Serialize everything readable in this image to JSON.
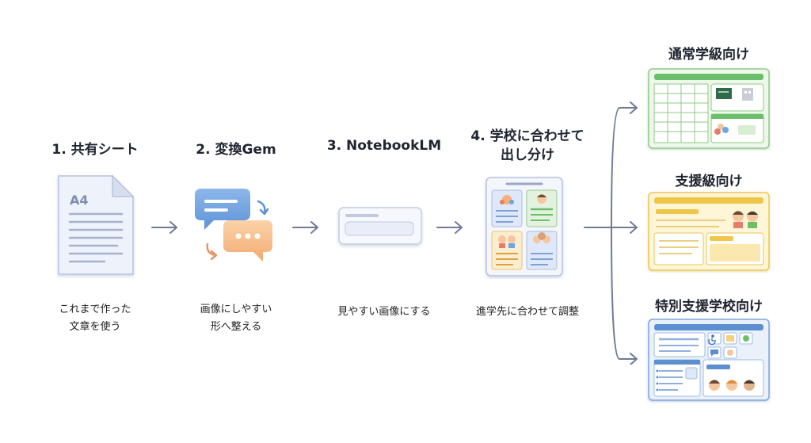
{
  "steps": [
    {
      "title": "1. 共有シート",
      "caption_lines": [
        "これまで作った",
        "文章を使う"
      ],
      "doc_label": "A4"
    },
    {
      "title": "2. 変換Gem",
      "caption_lines": [
        "画像にしやすい",
        "形へ整える"
      ]
    },
    {
      "title": "3. NotebookLM",
      "caption_lines": [
        "見やすい画像にする"
      ]
    },
    {
      "title_lines": [
        "4. 学校に合わせて",
        "出し分け"
      ],
      "caption_lines": [
        "進学先に合わせて調整"
      ]
    }
  ],
  "outputs": [
    {
      "title": "通常学級向け",
      "accent": "#6cbf6a"
    },
    {
      "title": "支援級向け",
      "accent": "#efc64a"
    },
    {
      "title": "特別支援学校向け",
      "accent": "#5b8fd0"
    }
  ]
}
